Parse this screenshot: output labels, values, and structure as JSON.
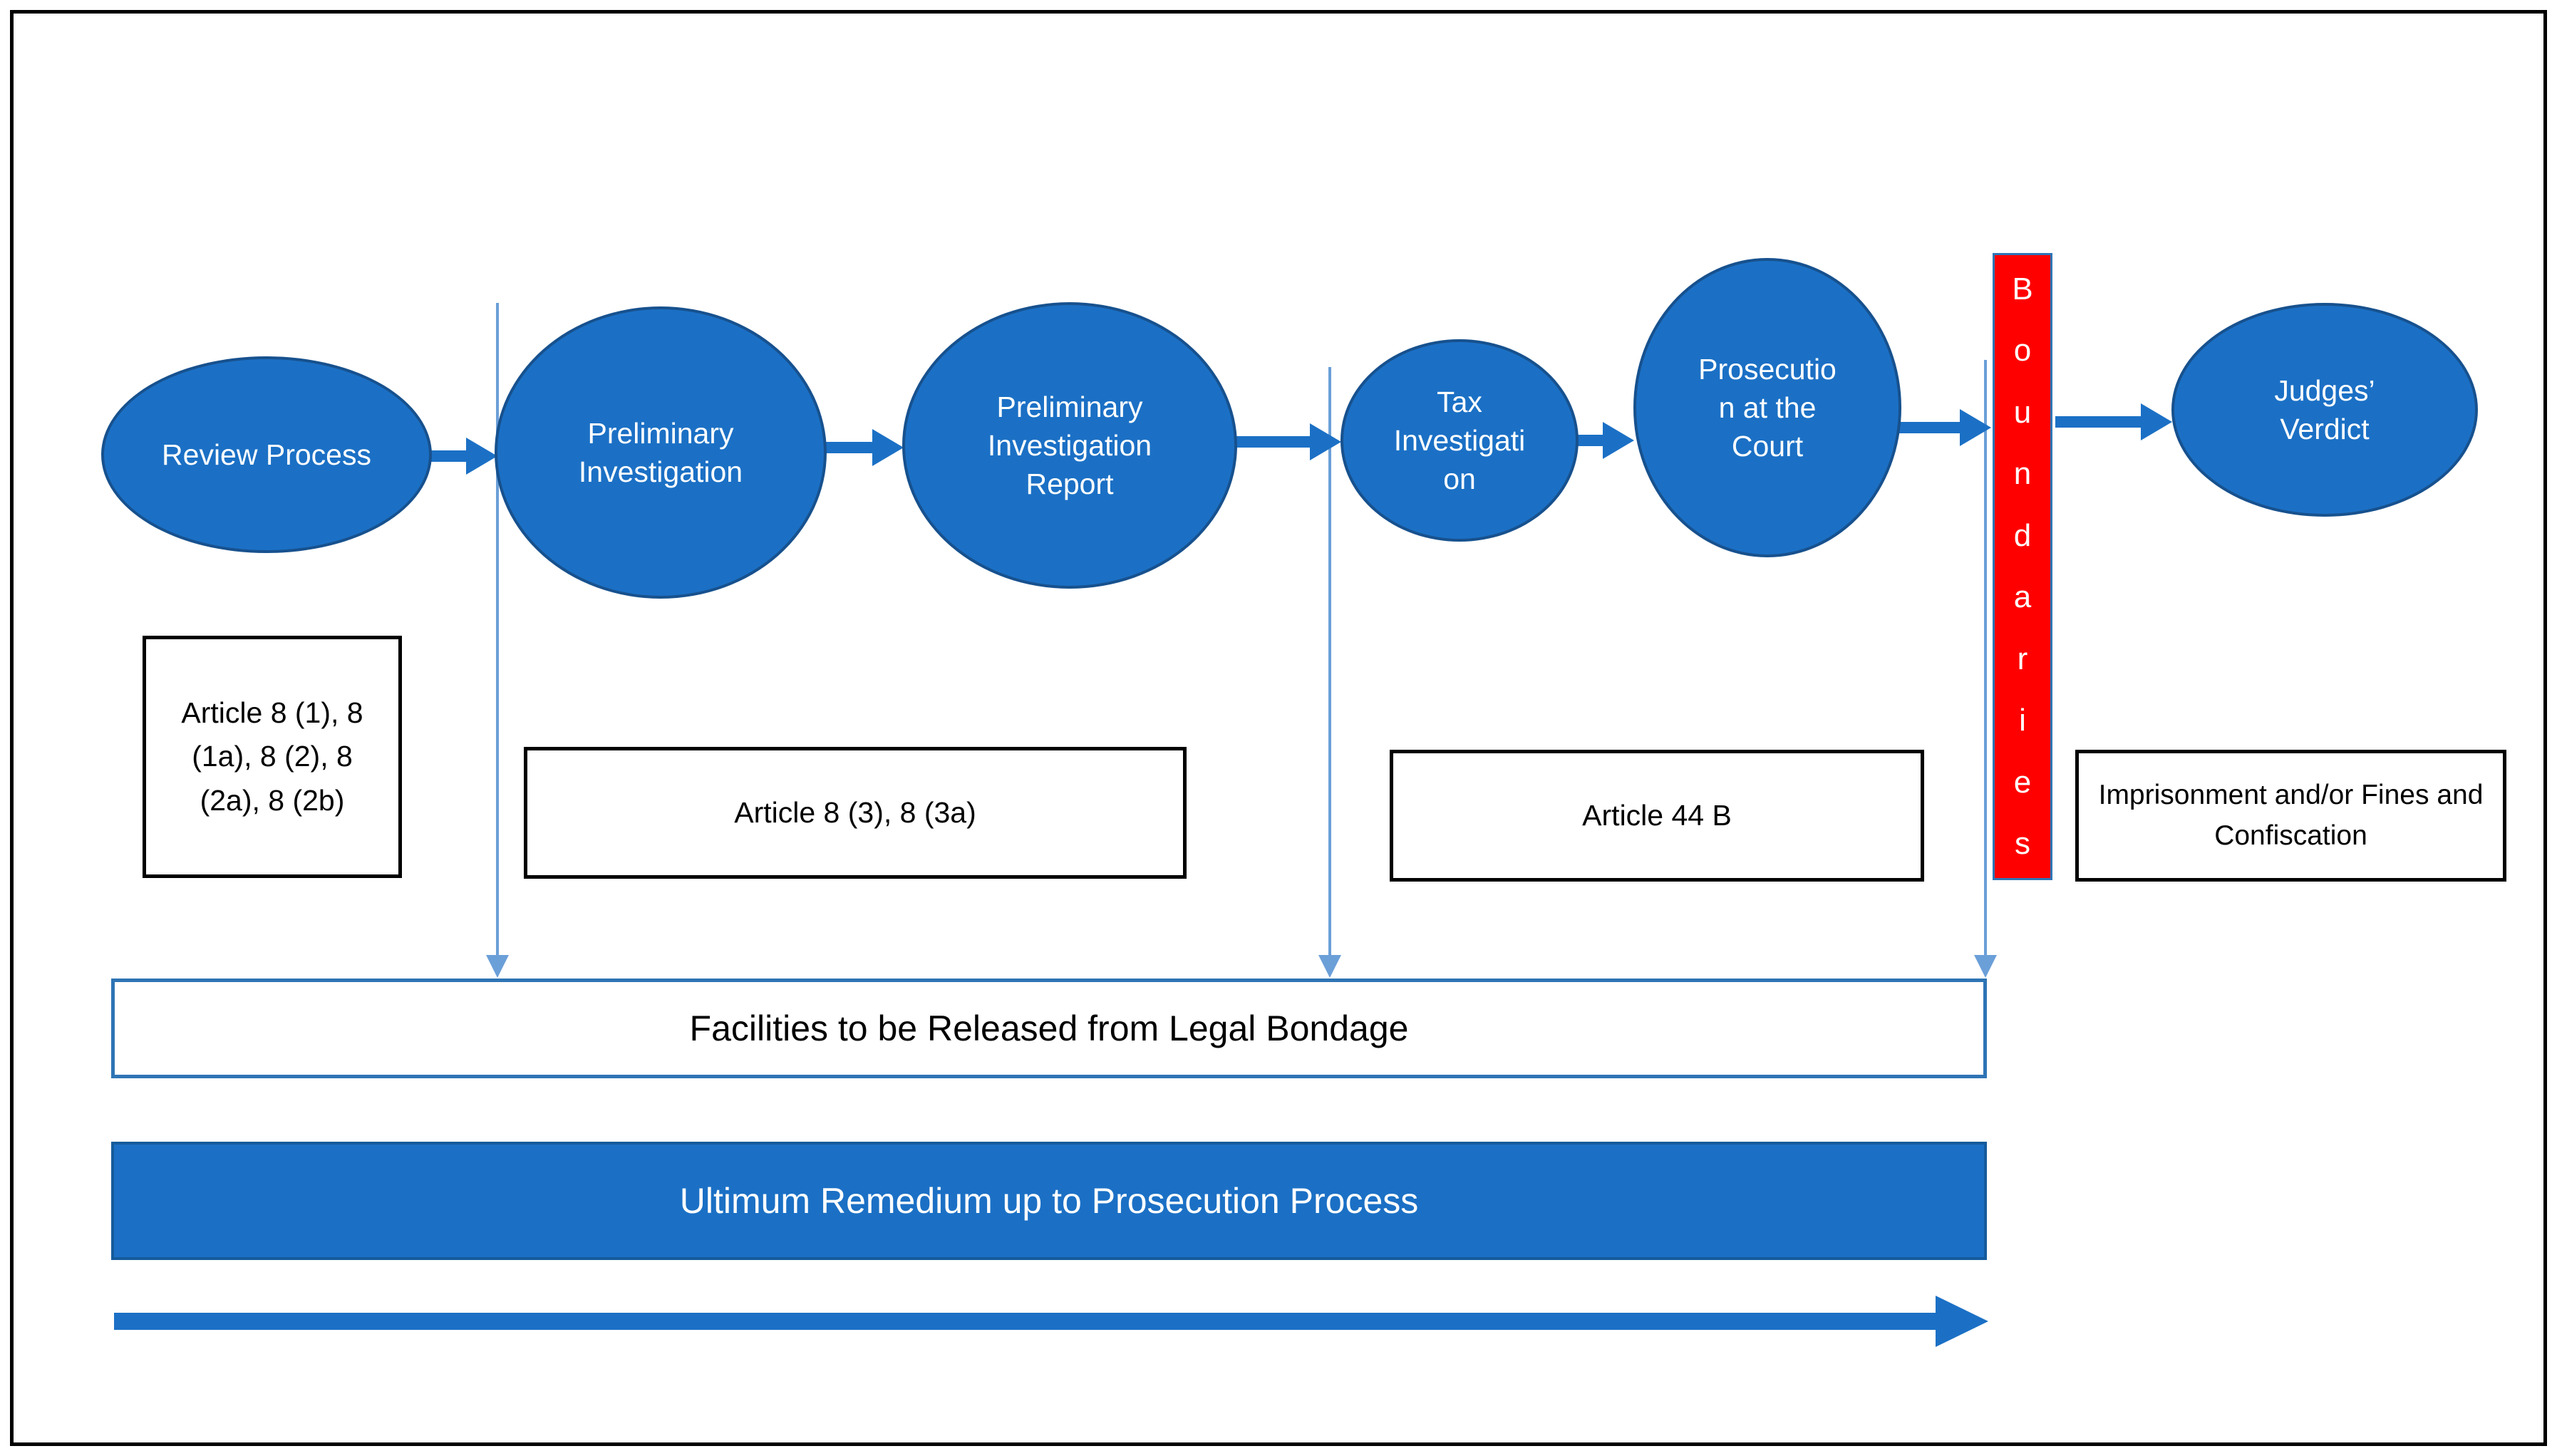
{
  "diagram": {
    "title_none": "",
    "nodes": [
      {
        "id": "review-process",
        "label": "Review Process"
      },
      {
        "id": "preliminary-investigation",
        "label": "Preliminary Investigation"
      },
      {
        "id": "preliminary-investigation-report",
        "label": "Preliminary Investigation Report"
      },
      {
        "id": "tax-investigation",
        "label": "Tax Investigation"
      },
      {
        "id": "prosecution-at-the-court",
        "label": "Prosecution at the Court"
      },
      {
        "id": "judges-verdict",
        "label": "Judges’ Verdict"
      }
    ],
    "boundary": {
      "label": "Boundaries",
      "letters": [
        "B",
        "o",
        "u",
        "n",
        "d",
        "a",
        "r",
        "i",
        "e",
        "s"
      ]
    },
    "annotations": [
      {
        "id": "articles-8-1",
        "label": "Article 8 (1), 8 (1a), 8 (2), 8 (2a), 8 (2b)"
      },
      {
        "id": "articles-8-3",
        "label": "Article 8 (3), 8 (3a)"
      },
      {
        "id": "article-44b",
        "label": "Article 44 B"
      },
      {
        "id": "imprisonment",
        "label": "Imprisonment and/or Fines and Confiscation"
      }
    ],
    "facilities_label": "Facilities to be Released from Legal Bondage",
    "ultimum_label": "Ultimum Remedium up to Prosecution Process",
    "colors": {
      "shape_blue": "#1B70C5",
      "shape_border": "#17518E",
      "light_line_blue": "#6B9FD8",
      "facilities_border_blue": "#2E74B5",
      "boundary_red": "#FF0000",
      "text_white": "#FFFFFF",
      "text_black": "#000000"
    }
  }
}
